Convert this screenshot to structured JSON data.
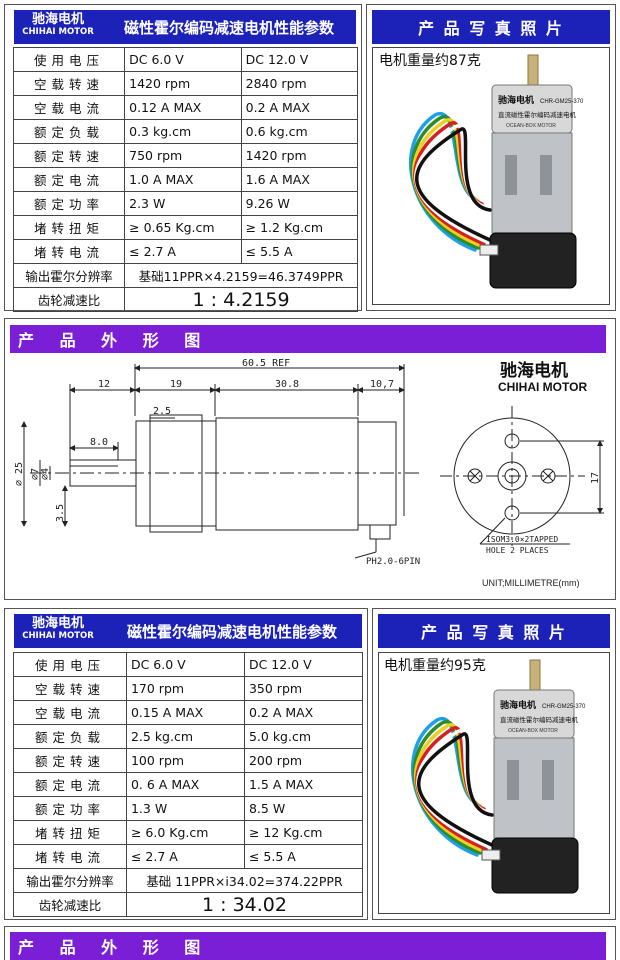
{
  "brand": {
    "cn": "驰海电机",
    "en": "CHIHAI MOTOR"
  },
  "spec_title": "磁性霍尔编码减速电机性能参数",
  "photo_title": "产 品 写 真 照 片",
  "drawing_title": "产 品 外 形 图",
  "motor_label": {
    "brand": "驰海电机",
    "model": "CHR-GM25-370",
    "line": "直流磁性霍尔编码减速电机",
    "sub": "OCEAN-BOX MOTOR"
  },
  "section1": {
    "rows": [
      {
        "label": "使用电压",
        "v1": "DC 6.0 V",
        "v2": "DC 12.0 V"
      },
      {
        "label": "空载转速",
        "v1": "1420 rpm",
        "v2": "2840 rpm"
      },
      {
        "label": "空载电流",
        "v1": "0.12 A  MAX",
        "v2": "0.2 A  MAX"
      },
      {
        "label": "额定负载",
        "v1": "0.3 kg.cm",
        "v2": "0.6 kg.cm"
      },
      {
        "label": "额定转速",
        "v1": "750 rpm",
        "v2": "1420 rpm"
      },
      {
        "label": "额定电流",
        "v1": "1.0 A MAX",
        "v2": "1.6 A MAX"
      },
      {
        "label": "额定功率",
        "v1": "2.3 W",
        "v2": "9.26 W"
      },
      {
        "label": "堵转扭矩",
        "v1": "≥ 0.65 Kg.cm",
        "v2": "≥ 1.2 Kg.cm"
      },
      {
        "label": "堵转电流",
        "v1": "≤ 2.7 A",
        "v2": "≤ 5.5  A"
      }
    ],
    "hall_label": "输出霍尔分辨率",
    "hall_value": "基础11PPR×4.2159=46.3749PPR",
    "ratio_label": "齿轮减速比",
    "ratio_value": "1 : 4.2159",
    "weight": "电机重量约87克"
  },
  "section2": {
    "rows": [
      {
        "label": "使用电压",
        "v1": "DC 6.0 V",
        "v2": "DC 12.0 V"
      },
      {
        "label": "空载转速",
        "v1": "170 rpm",
        "v2": "350 rpm"
      },
      {
        "label": "空载电流",
        "v1": "0.15 A  MAX",
        "v2": "0.2 A  MAX"
      },
      {
        "label": "额定负载",
        "v1": "2.5 kg.cm",
        "v2": "5.0 kg.cm"
      },
      {
        "label": "额定转速",
        "v1": "100 rpm",
        "v2": "200 rpm"
      },
      {
        "label": "额定电流",
        "v1": "0. 6 A MAX",
        "v2": "1.5 A MAX"
      },
      {
        "label": "额定功率",
        "v1": "1.3 W",
        "v2": "8.5 W"
      },
      {
        "label": "堵转扭矩",
        "v1": "≥ 6.0 Kg.cm",
        "v2": "≥ 12 Kg.cm"
      },
      {
        "label": "堵转电流",
        "v1": "≤ 2.7 A",
        "v2": "≤ 5.5  A"
      }
    ],
    "hall_label": "输出霍尔分辨率",
    "hall_value": "基础 11PPR×i34.02=374.22PPR",
    "ratio_label": "齿轮减速比",
    "ratio_value": "1 : 34.02",
    "weight": "电机重量约95克"
  },
  "drawing": {
    "dim_ref": "60.5 REF",
    "dim_12": "12",
    "dim_19": "19",
    "dim_308": "30.8",
    "dim_107": "10,7",
    "dim_25": "2.5",
    "dim_80": "8.0",
    "dim_d25": "⌀ 25",
    "dim_d7": "⌀7",
    "dim_d4": "⌀4",
    "dim_35": "3.5",
    "dim_17": "17",
    "connector": "PH2.0-6PIN",
    "tapped": "ISOM3.0×2TAPPED",
    "hole": "HOLE 2 PLACES",
    "unit": "UNIT;MILLIMETRE(mm)",
    "brand_cn": "驰海电机",
    "brand_en": "CHIHAI MOTOR"
  },
  "colors": {
    "blue_header": "#1c22b8",
    "purple_header": "#7a1fd6"
  }
}
